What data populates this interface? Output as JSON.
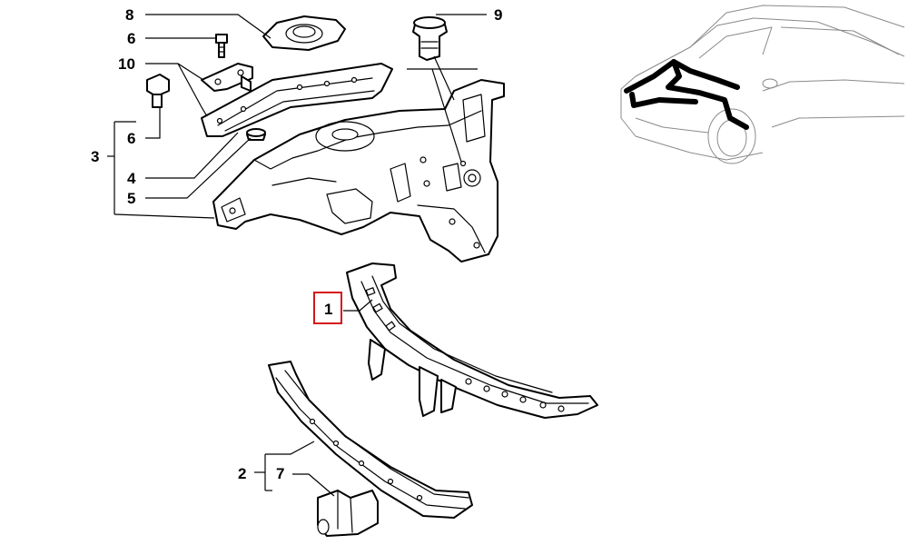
{
  "labels": {
    "l1": "1",
    "l2": "2",
    "l3": "3",
    "l4": "4",
    "l5": "5",
    "l6a": "6",
    "l6b": "6",
    "l7": "7",
    "l8": "8",
    "l9": "9",
    "l10": "10"
  },
  "highlight": {
    "color": "#d6151b",
    "label": "1"
  }
}
